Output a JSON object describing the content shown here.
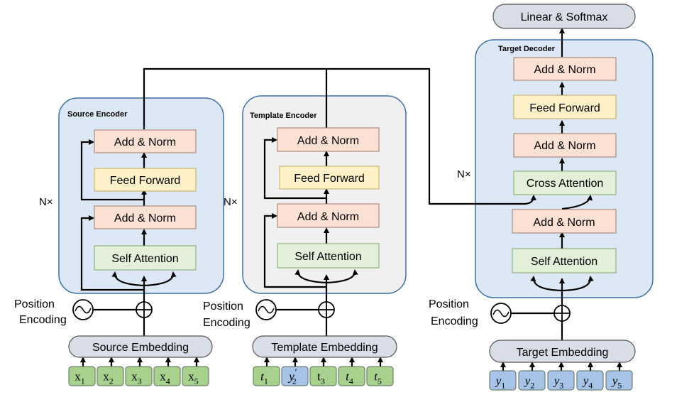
{
  "colors": {
    "encoder_fill": "#dce8f5",
    "template_fill": "#f0f0f0",
    "panel_stroke": "#3b6fa8",
    "add_norm": "#fbe1d3",
    "feed_forward": "#fff1c7",
    "attention": "#e2efd9",
    "attention_stroke": "#7fa96a",
    "embedding": "#d8dde8",
    "token_green": "#a9d18e",
    "token_blue": "#a7c4e8"
  },
  "source_encoder": {
    "title": "Source Encoder",
    "repeat_label": "N×",
    "add_norm_top": "Add & Norm",
    "feed_forward": "Feed Forward",
    "add_norm_bottom": "Add & Norm",
    "self_attention": "Self Attention",
    "position_label_1": "Position",
    "position_label_2": "Encoding",
    "embedding": "Source Embedding",
    "tokens": [
      {
        "base": "x",
        "sub": "1",
        "prime": ""
      },
      {
        "base": "x",
        "sub": "2",
        "prime": ""
      },
      {
        "base": "x",
        "sub": "3",
        "prime": ""
      },
      {
        "base": "x",
        "sub": "4",
        "prime": ""
      },
      {
        "base": "x",
        "sub": "5",
        "prime": ""
      }
    ]
  },
  "template_encoder": {
    "title": "Template Encoder",
    "repeat_label": "N×",
    "add_norm_top": "Add & Norm",
    "feed_forward": "Feed Forward",
    "add_norm_bottom": "Add & Norm",
    "self_attention": "Self Attention",
    "position_label_1": "Position",
    "position_label_2": "Encoding",
    "embedding": "Template Embedding",
    "tokens": [
      {
        "base": "t",
        "sub": "1",
        "prime": ""
      },
      {
        "base": "y",
        "sub": "2",
        "prime": "′"
      },
      {
        "base": "t",
        "sub": "3",
        "prime": ""
      },
      {
        "base": "t",
        "sub": "4",
        "prime": ""
      },
      {
        "base": "t",
        "sub": "5",
        "prime": ""
      }
    ]
  },
  "target_decoder": {
    "title": "Target Decoder",
    "repeat_label": "N×",
    "output": "Linear & Softmax",
    "add_norm_top": "Add & Norm",
    "feed_forward": "Feed Forward",
    "add_norm_mid": "Add & Norm",
    "cross_attention": "Cross Attention",
    "add_norm_bottom": "Add & Norm",
    "self_attention": "Self Attention",
    "position_label_1": "Position",
    "position_label_2": "Encoding",
    "embedding": "Target Embedding",
    "tokens": [
      {
        "base": "y",
        "sub": "1",
        "prime": ""
      },
      {
        "base": "y",
        "sub": "2",
        "prime": ""
      },
      {
        "base": "y",
        "sub": "3",
        "prime": ""
      },
      {
        "base": "y",
        "sub": "4",
        "prime": ""
      },
      {
        "base": "y",
        "sub": "5",
        "prime": ""
      }
    ]
  }
}
